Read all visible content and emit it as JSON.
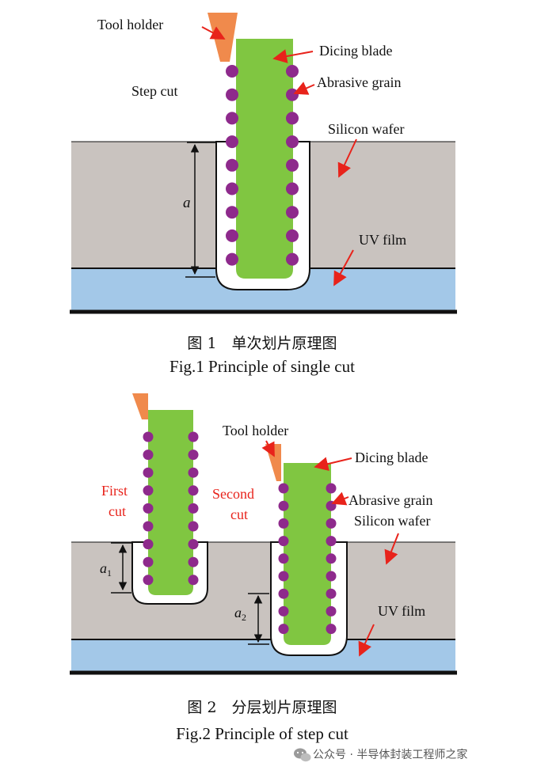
{
  "colors": {
    "wafer": "#c9c3bf",
    "uv_film": "#a3c8e8",
    "blade": "#80c641",
    "grain": "#8e2a8c",
    "tool_holder": "#f08a4c",
    "arrow": "#e8231b",
    "red_text": "#e8231b"
  },
  "fig1": {
    "tool_holder": "Tool holder",
    "dicing_blade": "Dicing blade",
    "step_cut": "Step cut",
    "abrasive_grain": "Abrasive grain",
    "silicon_wafer": "Silicon wafer",
    "depth_label": "a",
    "uv_film": "UV film",
    "caption_cn": "图 1　单次划片原理图",
    "caption_en": "Fig.1 Principle of single cut"
  },
  "fig2": {
    "tool_holder": "Tool holder",
    "dicing_blade": "Dicing blade",
    "first_cut": "First\ncut",
    "second_cut": "Second\ncut",
    "abrasive_grain": "Abrasive grain",
    "silicon_wafer": "Silicon wafer",
    "depth1_label": "a",
    "depth1_sub": "1",
    "depth2_label": "a",
    "depth2_sub": "2",
    "uv_film": "UV film",
    "caption_cn": "图 2　分层划片原理图",
    "caption_en": "Fig.2 Principle of step cut"
  },
  "watermark": {
    "icon": "wechat-icon",
    "text": "公众号 · 半导体封装工程师之家"
  }
}
